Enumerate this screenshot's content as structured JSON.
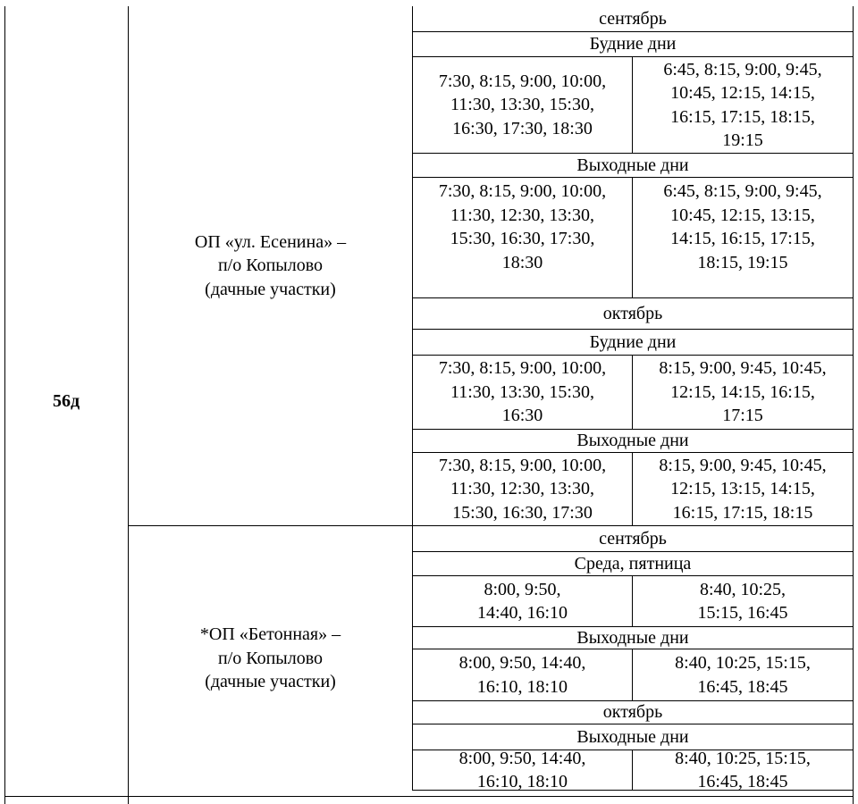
{
  "route_number": "56д",
  "routes": [
    {
      "name": "ОП «ул. Есенина» –\nп/о Копылово\n(дачные участки)",
      "months": [
        {
          "month": "сентябрь",
          "periods": [
            {
              "days": "Будние дни",
              "forward": "7:30, 8:15, 9:00, 10:00,\n11:30, 13:30, 15:30,\n16:30, 17:30, 18:30",
              "backward": "6:45, 8:15, 9:00, 9:45,\n10:45, 12:15, 14:15,\n16:15, 17:15, 18:15,\n19:15"
            },
            {
              "days": "Выходные дни",
              "forward": "7:30, 8:15, 9:00, 10:00,\n11:30, 12:30, 13:30,\n15:30, 16:30, 17:30,\n18:30",
              "backward": "6:45, 8:15, 9:00, 9:45,\n10:45, 12:15, 13:15,\n14:15, 16:15, 17:15,\n18:15, 19:15"
            }
          ]
        },
        {
          "month": "октябрь",
          "periods": [
            {
              "days": "Будние дни",
              "forward": "7:30, 8:15, 9:00, 10:00,\n11:30, 13:30, 15:30,\n16:30",
              "backward": "8:15, 9:00, 9:45, 10:45,\n12:15, 14:15, 16:15,\n17:15"
            },
            {
              "days": "Выходные дни",
              "forward": "7:30, 8:15, 9:00, 10:00,\n11:30, 12:30, 13:30,\n15:30, 16:30, 17:30",
              "backward": "8:15, 9:00, 9:45, 10:45,\n12:15, 13:15, 14:15,\n16:15, 17:15, 18:15"
            }
          ]
        }
      ]
    },
    {
      "name": "*ОП «Бетонная» –\nп/о Копылово\n(дачные участки)",
      "months": [
        {
          "month": "сентябрь",
          "periods": [
            {
              "days": "Среда, пятница",
              "forward": "8:00, 9:50,\n14:40, 16:10",
              "backward": "8:40, 10:25,\n15:15, 16:45"
            },
            {
              "days": "Выходные дни",
              "forward": "8:00, 9:50, 14:40,\n16:10, 18:10",
              "backward": "8:40, 10:25, 15:15,\n16:45, 18:45"
            }
          ]
        },
        {
          "month": "октябрь",
          "periods": [
            {
              "days": "Выходные дни",
              "forward": "8:00, 9:50, 14:40,\n16:10, 18:10",
              "backward": "8:40, 10:25, 15:15,\n16:45, 18:45"
            }
          ]
        }
      ]
    }
  ]
}
